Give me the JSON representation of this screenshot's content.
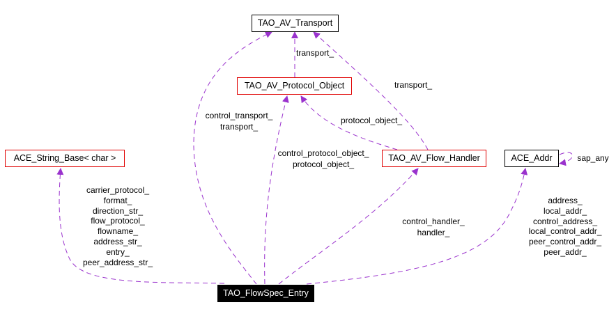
{
  "colors": {
    "edge": "#9a32cd",
    "focus_bg": "#000000",
    "inherit_border": "#e00000"
  },
  "nodes": {
    "transport": "TAO_AV_Transport",
    "protocol_object": "TAO_AV_Protocol_Object",
    "string_base": "ACE_String_Base< char >",
    "flow_handler": "TAO_AV_Flow_Handler",
    "addr": "ACE_Addr",
    "flowspec_entry": "TAO_FlowSpec_Entry"
  },
  "edge_labels": {
    "protocol_to_transport": [
      "transport_"
    ],
    "handler_to_transport": [
      "transport_"
    ],
    "handler_to_protocol": [
      "protocol_object_"
    ],
    "entry_to_transport": [
      "control_transport_",
      "transport_"
    ],
    "entry_to_protocol": [
      "control_protocol_object_",
      "protocol_object_"
    ],
    "entry_to_string": [
      "carrier_protocol_",
      "format_",
      "direction_str_",
      "flow_protocol_",
      "flowname_",
      "address_str_",
      "entry_",
      "peer_address_str_"
    ],
    "entry_to_handler": [
      "control_handler_",
      "handler_"
    ],
    "entry_to_addr": [
      "address_",
      "local_addr_",
      "control_address_",
      "local_control_addr_",
      "peer_control_addr_",
      "peer_addr_"
    ],
    "addr_self": [
      "sap_any"
    ]
  }
}
